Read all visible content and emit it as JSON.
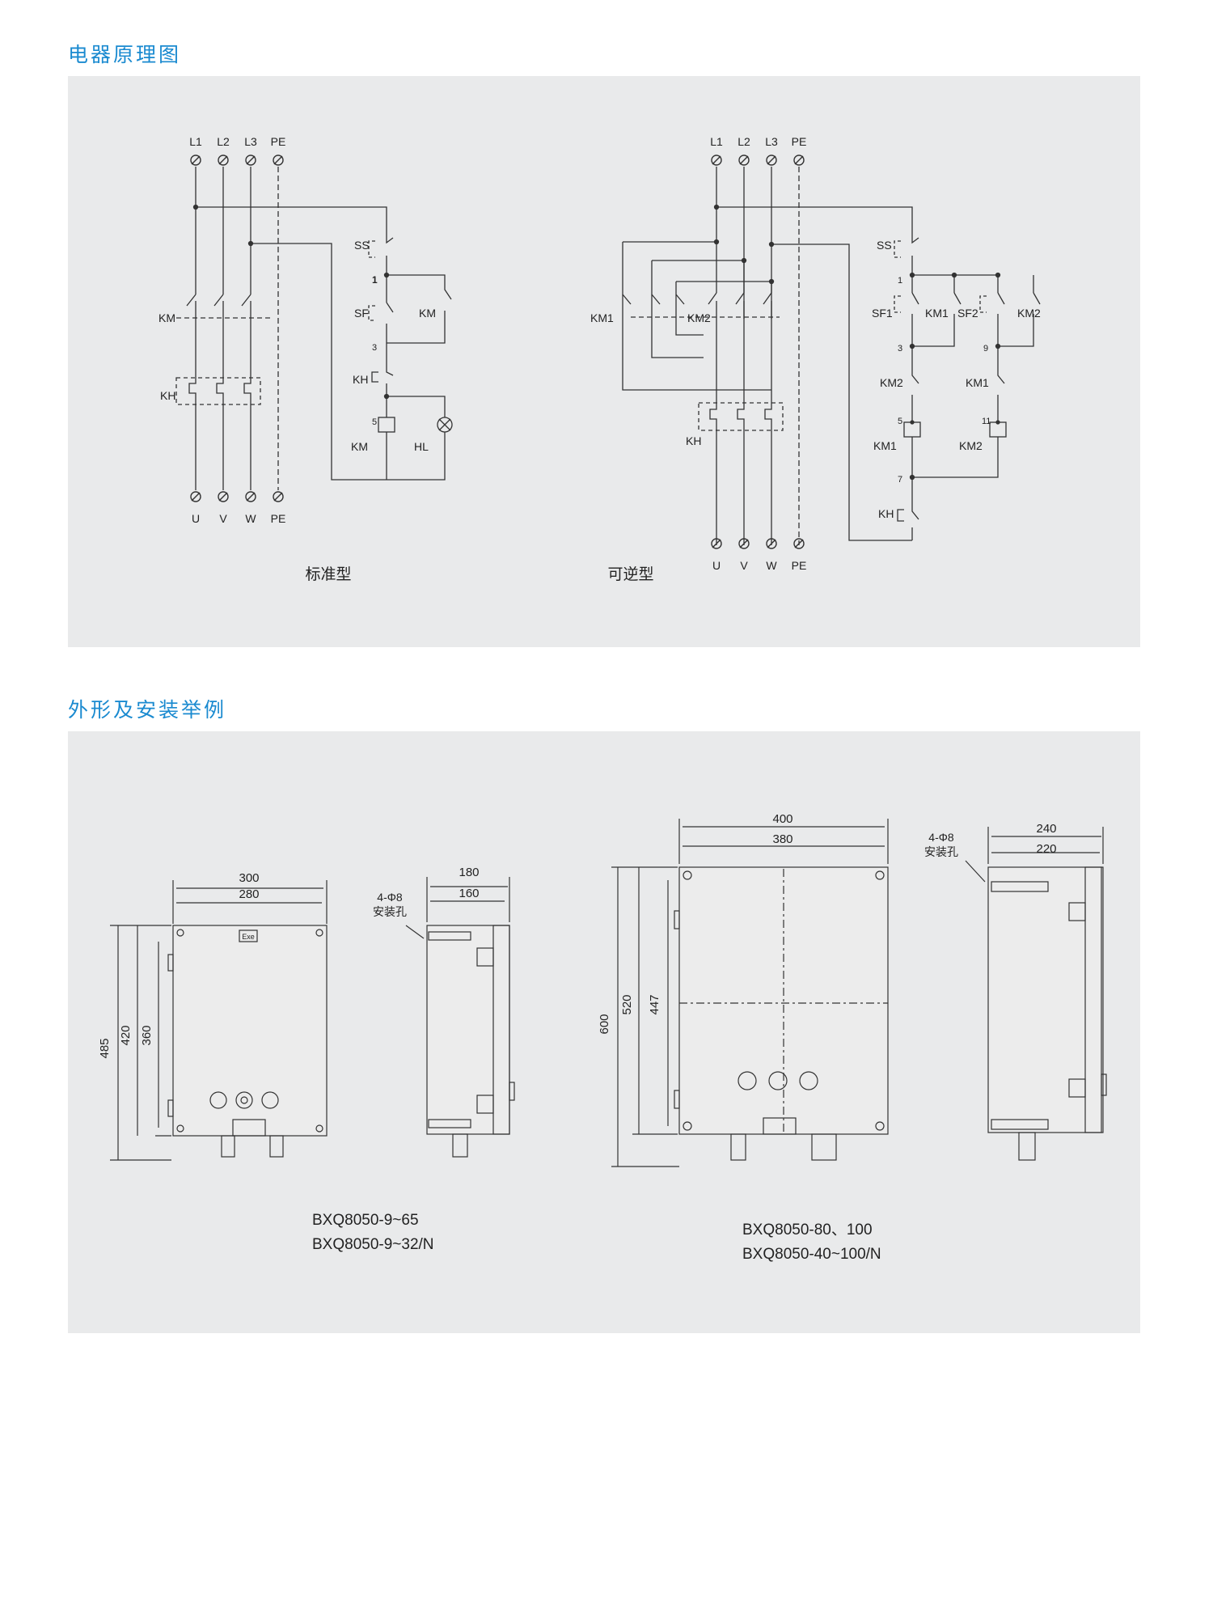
{
  "sections": {
    "schematic_title": "电器原理图",
    "outline_title": "外形及安装举例"
  },
  "standard": {
    "top_labels": [
      "L1",
      "L2",
      "L3",
      "PE"
    ],
    "bottom_labels": [
      "U",
      "V",
      "W",
      "PE"
    ],
    "km": "KM",
    "kh": "KH",
    "ss": "SS",
    "sf": "SF",
    "node1": "1",
    "node3": "3",
    "node5": "5",
    "km_aux": "KM",
    "kh_coil": "KH",
    "km_coil": "KM",
    "hl": "HL",
    "caption": "标准型"
  },
  "reversible": {
    "top_labels": [
      "L1",
      "L2",
      "L3",
      "PE"
    ],
    "bottom_labels": [
      "U",
      "V",
      "W",
      "PE"
    ],
    "km1": "KM1",
    "km2": "KM2",
    "kh": "KH",
    "ss": "SS",
    "node1": "1",
    "sf1": "SF1",
    "km1_aux": "KM1",
    "sf2": "SF2",
    "km2_aux": "KM2",
    "node3": "3",
    "node9": "9",
    "km2_interlock": "KM2",
    "km1_interlock": "KM1",
    "node5": "5",
    "node11": "11",
    "km1_coil": "KM1",
    "km2_coil": "KM2",
    "node7": "7",
    "kh_contact": "KH",
    "caption": "可逆型"
  },
  "box1": {
    "front_width_outer": "300",
    "front_width_inner": "280",
    "height_total": "485",
    "height_mid": "420",
    "height_inner": "360",
    "exe_label": "Exe",
    "side_width_outer": "180",
    "side_width_inner": "160",
    "hole_spec": "4-Φ8",
    "hole_label": "安装孔",
    "model_1": "BXQ8050-9~65",
    "model_2": "BXQ8050-9~32/N"
  },
  "box2": {
    "front_width_outer": "400",
    "front_width_inner": "380",
    "height_total": "600",
    "height_mid": "520",
    "height_inner": "447",
    "side_width_outer": "240",
    "side_width_inner": "220",
    "hole_spec": "4-Φ8",
    "hole_label": "安装孔",
    "model_1": "BXQ8050-80、100",
    "model_2": "BXQ8050-40~100/N"
  }
}
